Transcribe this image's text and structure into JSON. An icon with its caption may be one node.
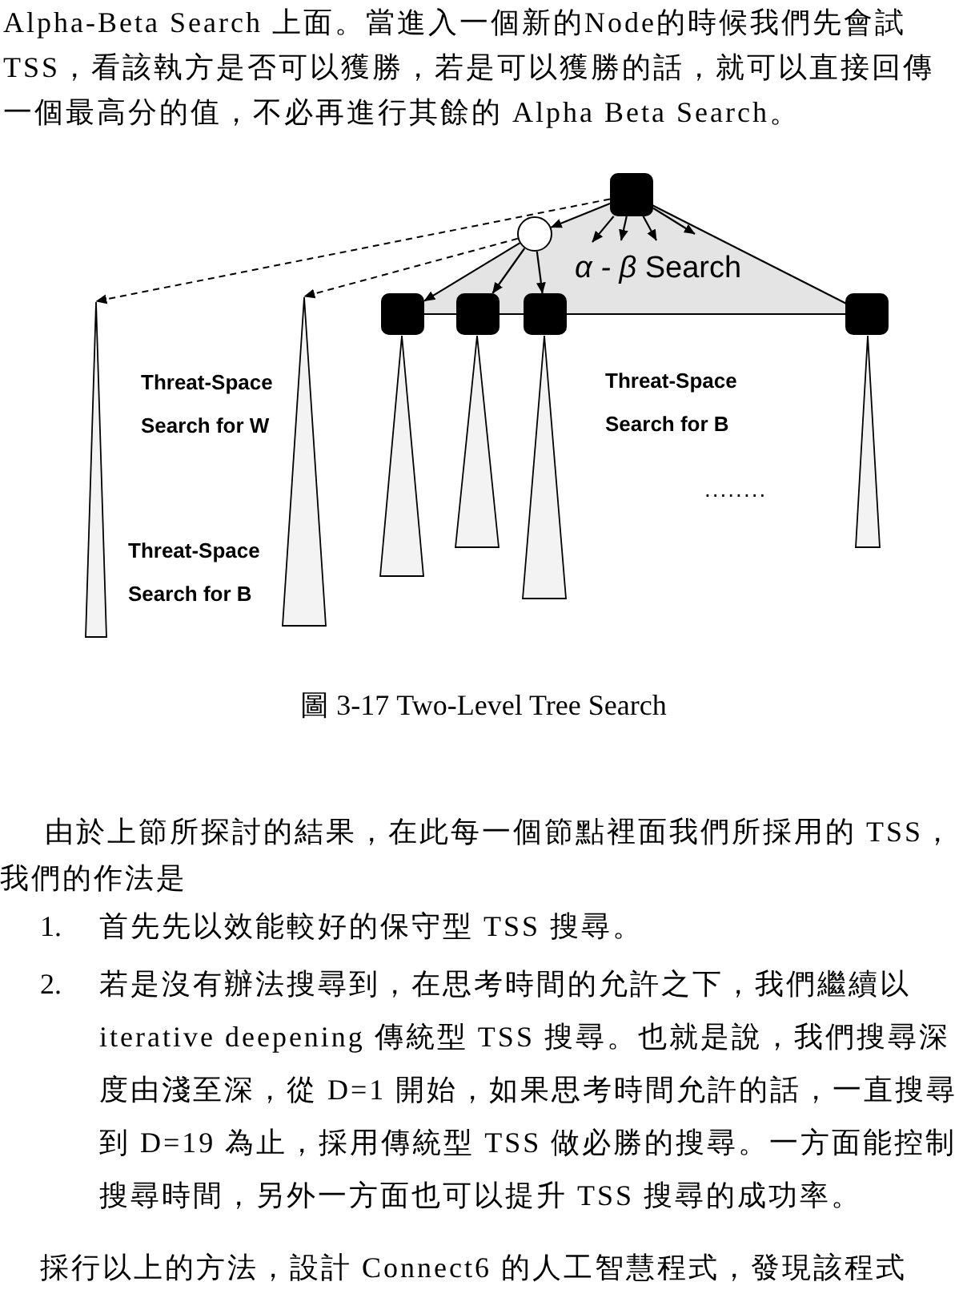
{
  "diagram": {
    "caption": "圖 3-17 Two-Level Tree Search",
    "nodes": [
      {
        "text": [
          "*α - β* Search"
        ]
      },
      {
        "text": [],
        "shape": "box",
        "in": 0
      },
      {
        "text": [],
        "shape": "circle",
        "in": 0
      },
      {
        "text": [],
        "shape": "box"
      },
      {
        "text": [],
        "shape": "box",
        "in": 0
      },
      {
        "text": [],
        "shape": "box",
        "in": 0
      },
      {
        "text": [],
        "shape": "box"
      },
      {
        "text": [],
        "shape": "triangle"
      },
      {
        "text": [],
        "shape": "triangle"
      },
      {
        "text": [],
        "shape": "triangle"
      },
      {
        "text": [],
        "shape": "triangle"
      },
      {
        "text": [],
        "shape": "triangle"
      },
      {
        "text": [],
        "shape": "triangle"
      }
    ],
    "edges": [
      {
        "from": 1,
        "to": 2,
        "arrow": "to"
      },
      {
        "from": 1,
        "to": 0,
        "arrow": "to"
      },
      {
        "from": 1,
        "to": 0,
        "arrow": "to"
      },
      {
        "from": 1,
        "to": 0,
        "arrow": "to"
      },
      {
        "from": 1,
        "to": 0,
        "arrow": "to"
      },
      {
        "from": 2,
        "to": 3,
        "arrow": "to"
      },
      {
        "from": 2,
        "to": 4,
        "arrow": "to"
      },
      {
        "from": 2,
        "to": 5,
        "arrow": "to"
      },
      {
        "from": 1,
        "to": 7,
        "arrow": "to",
        "style": "dashed"
      },
      {
        "from": 2,
        "to": 8,
        "arrow": "to",
        "style": "dashed"
      }
    ],
    "labels": [
      "Alpha-Beta Search 上面。當進入一個新的Node的時候我們先會試 TSS，看該執方是否可以獲勝，若是可以獲勝的話，就可以直接回傳一個最高分的值，不必再進行其餘的 Alpha Beta Search。",
      "Threat-Space Search for W",
      "Threat-Space Search for B",
      "........",
      "Threat-Space Search for B",
      "由於上節所探討的結果，在此每一個節點裡面我們所採用的 TSS，我們的作法是",
      "1.",
      "首先先以效能較好的保守型 TSS 搜尋。",
      "2.",
      "若是沒有辦法搜尋到，在思考時間的允許之下，我們繼續以 iterative deepening 傳統型 TSS 搜尋。也就是說，我們搜尋深度由淺至深，從 D=1 開始，如果思考時間允許的話，一直搜尋到 D=19 為止，採用傳統型 TSS 做必勝的搜尋。一方面能控制搜尋時間，另外一方面也可以提升 TSS 搜尋的成功率。",
      "採行以上的方法，設計 Connect6 的人工智慧程式，發現該程式"
    ]
  }
}
